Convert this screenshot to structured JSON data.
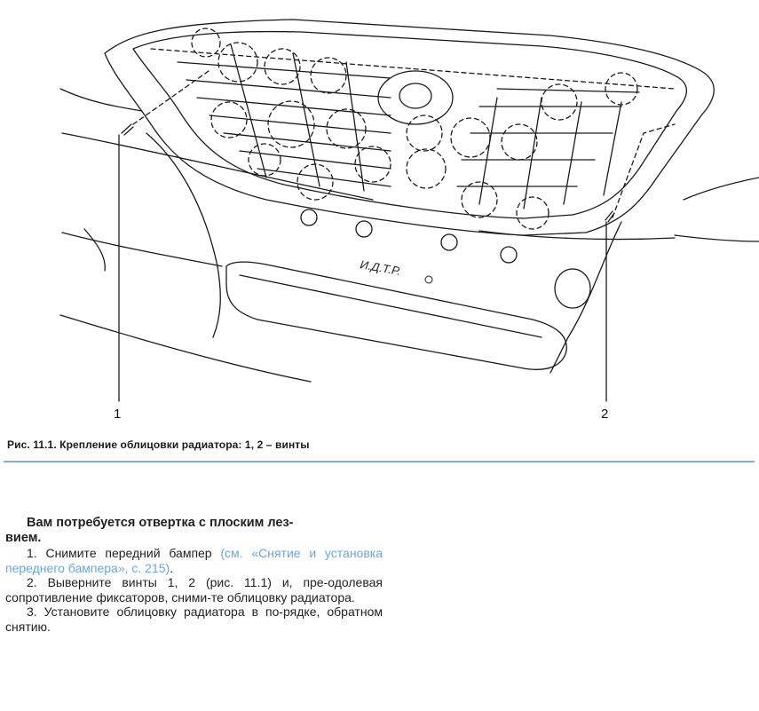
{
  "figure": {
    "watermark": "И.Д.Т.Р.",
    "callouts": [
      "1",
      "2"
    ]
  },
  "caption": "Рис. 11.1. Крепление облицовки радиатора: 1, 2 – винты",
  "text": {
    "lead_line1": "Вам потребуется отвертка с плоским лез-",
    "lead_line2": "вием.",
    "step1_prefix": "1. Снимите передний бампер ",
    "step1_link": "(см. «Снятие и установка переднего бампера», с. 215)",
    "step1_suffix": ".",
    "step2": "2. Выверните винты 1, 2 (рис. 11.1) и, пре-одолевая сопротивление фиксаторов, сними-те облицовку радиатора.",
    "step3": "3. Установите облицовку радиатора в по-рядке, обратном снятию."
  },
  "colors": {
    "rule": "#7fb1d6",
    "link": "#6aa6d8",
    "line": "#1a1a1a"
  }
}
